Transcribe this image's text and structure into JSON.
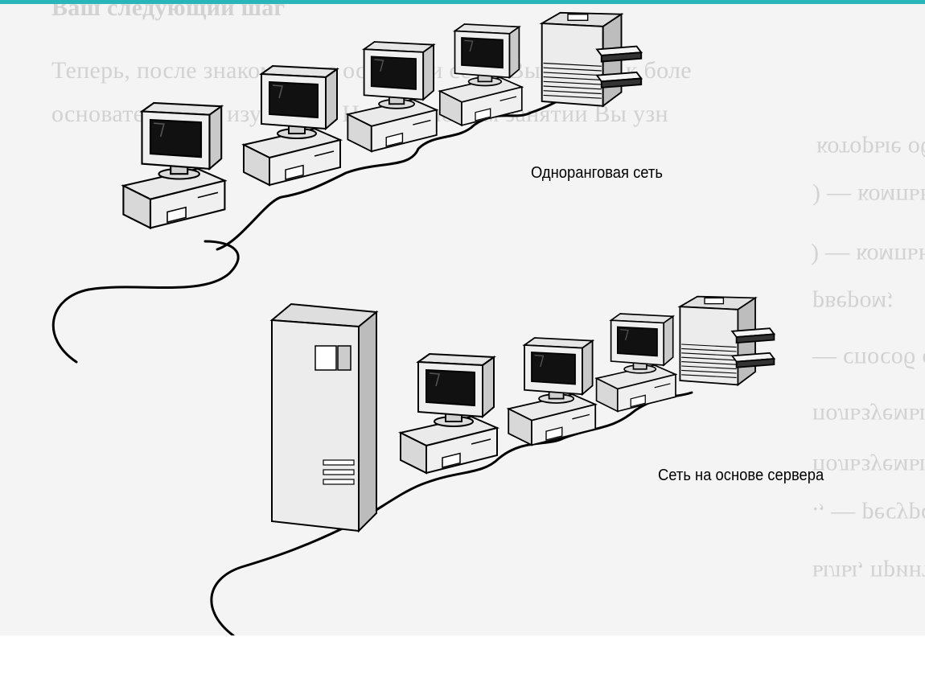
{
  "colors": {
    "top_bar": "#29b6b9",
    "scan_background": "#f4f4f4",
    "ghost_text": "#d2d2d2",
    "ink": "#000000"
  },
  "diagram": {
    "peer_label": "Одноранговая сеть",
    "server_label": "Сеть на основе сервера",
    "peer_nodes": [
      "computer",
      "computer",
      "computer",
      "computer",
      "printer"
    ],
    "server_nodes": [
      "server",
      "computer",
      "computer",
      "computer",
      "printer"
    ]
  },
  "background_text": [
    "Ваш следующий шаг",
    "Теперь, после знакомства с основами сети, Вы готовы к боле",
    "основательному изучению. На следующем занятии Вы узн",
    "которые общие компоненты, функции и характеристики. В их числ",
    ") — компьютеры, предоставляющие свои ресурсы сетевым пользователям",
    ") — компьютеры, осуществляющие доступ к сетевым ресурсам, предо",
    "рвером;",
    "— способ связи компьютеров;",
    "пользуемые данные — файлы, предоставляемые серверами по сети;",
    "пользуемые периферийные устройства, например принтеры, библиотек",
    "., — ресурсы, предоставляемые серверами;",
    "ылы, принтеры и другие элементы, используемые в сети."
  ]
}
